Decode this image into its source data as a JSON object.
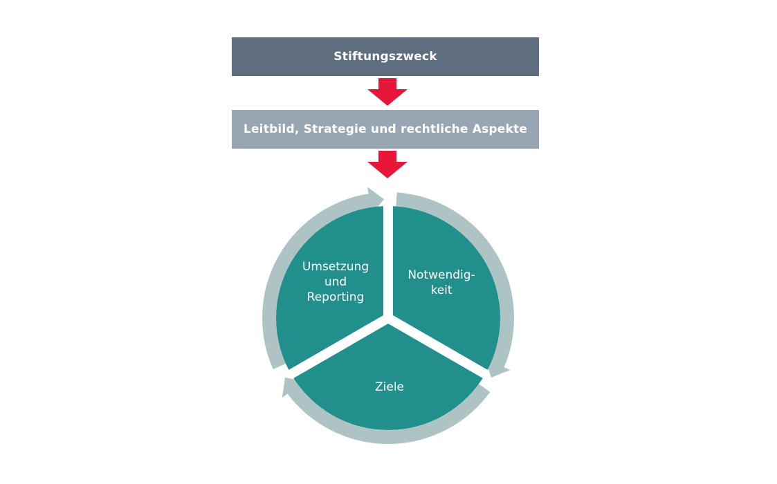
{
  "colors": {
    "top_box": "#5f6e7f",
    "second_box": "#98a6b3",
    "arrow_red": "#e8173a",
    "segment_teal": "#218f8b",
    "ring": "#aec4c4"
  },
  "boxes": {
    "purpose": "Stiftungszweck",
    "strategy": "Leitbild, Strategie und rechtliche Aspekte"
  },
  "cycle": {
    "segments": [
      {
        "label_lines": [
          "Notwendig-",
          "keit"
        ]
      },
      {
        "label_lines": [
          "Ziele"
        ]
      },
      {
        "label_lines": [
          "Umsetzung",
          "und",
          "Reporting"
        ]
      }
    ]
  }
}
